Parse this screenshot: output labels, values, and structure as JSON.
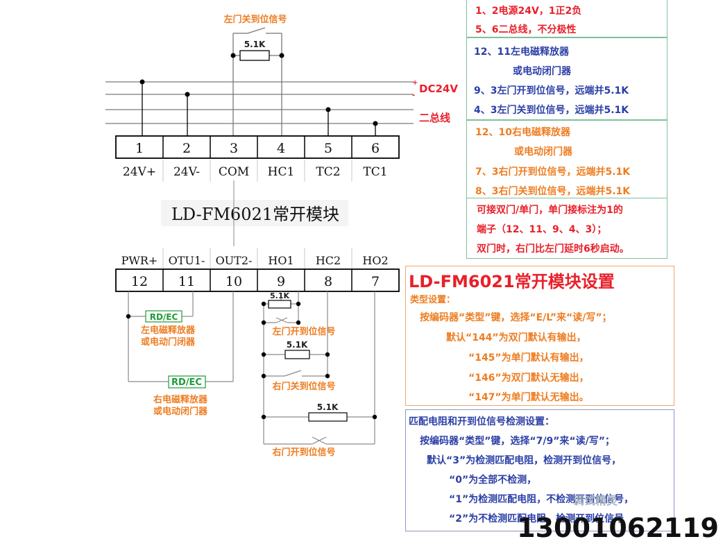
{
  "top_labels": {
    "left_door_closed_top": "左门关到位信号",
    "resistor_value": "5.1K",
    "dc24v": "DC24V",
    "bus": "二总线"
  },
  "top_terminals": {
    "numbers": [
      "1",
      "2",
      "3",
      "4",
      "5",
      "6"
    ],
    "names": [
      "24V+",
      "24V-",
      "COM",
      "HC1",
      "TC2",
      "TC1"
    ]
  },
  "module_title": "LD-FM6021常开模块",
  "bottom_terminals": {
    "names": [
      "PWR+",
      "OTU1-",
      "OUT2-",
      "HO1",
      "HC2",
      "HO2"
    ],
    "numbers": [
      "12",
      "11",
      "10",
      "9",
      "8",
      "7"
    ]
  },
  "bottom_labels": {
    "rdec": "RD/EC",
    "left_release_1": "左电磁释放器",
    "left_release_2": "或电动门闭器",
    "right_release_1": "右电磁释放器",
    "right_release_2": "或电动闭门器",
    "left_open": "左门开到位信号",
    "right_closed": "右门关到位信号",
    "right_open": "右门开到位信号"
  },
  "notes": {
    "red": [
      "1、2电源24V，1正2负",
      "5、6二总线，不分极性"
    ],
    "blue": [
      "12、11左电磁释放器",
      "或电动闭门器",
      "9、3左门开到位信号，远端并5.1K",
      "4、3左门关到位信号，远端并5.1K"
    ],
    "orange": [
      "12、10右电磁释放器",
      "或电动闭门器",
      "7、3右门开到位信号，远端并5.1K",
      "8、3右门关到位信号，远端并5.1K"
    ],
    "red2": [
      "可接双门/单门，单门接标注为1的",
      "端子（12、11、9、4、3）；",
      "双门时，右门比左门延时6秒启动。"
    ]
  },
  "settings": {
    "title": "LD-FM6021常开模块设置",
    "type_heading": "类型设置：",
    "lines": [
      "按编码器“类型”键，选择“E/L”来“读/写”；",
      "默认“144”为双门默认有输出，",
      "“145”为单门默认有输出，",
      "“146”为双门默认无输出，",
      "“147”为单门默认无输出。"
    ]
  },
  "matching": {
    "heading": "匹配电阻和开到位信号检测设置：",
    "lines": [
      "按编码器“类型”键，选择“7/9”来“读/写”；",
      "默认“3”为检测匹配电阻，检测开到位信号，",
      "“0”为全部不检测，",
      "“1”为检测匹配电阻，不检测开到位信号，",
      "“2”为不检测匹配电阻，检测开到位信号"
    ]
  },
  "watermark": "调试精灵",
  "phone": "13001062119",
  "colors": {
    "red": "#e8202a",
    "blue": "#2b3fa6",
    "orange": "#ee7d21",
    "green_border": "#7fbf9a",
    "orange_border": "#f0a868",
    "blue_border": "#8e95c8",
    "line": "#000000",
    "wire": "#8a8a8a",
    "rdec_green": "#1f9a3a"
  }
}
